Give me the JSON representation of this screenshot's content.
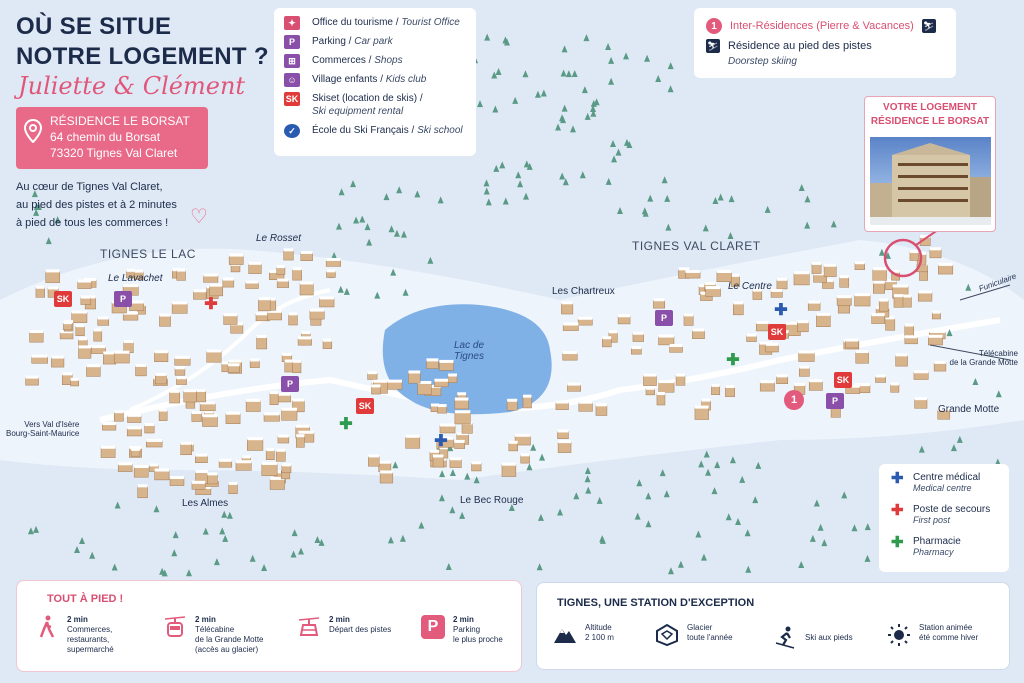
{
  "header": {
    "title_line1": "OÙ SE SITUE",
    "title_line2": "NOTRE LOGEMENT ?",
    "hosts": "Juliette & Clément"
  },
  "address": {
    "name": "RÉSIDENCE LE BORSAT",
    "street": "64 chemin du Borsat",
    "city": "73320 Tignes Val Claret"
  },
  "intro": {
    "line1": "Au cœur de Tignes Val Claret,",
    "line2": "au pied des pistes et à 2 minutes",
    "line3": "à pied de tous les commerces !"
  },
  "legend_services": [
    {
      "fr": "Office du tourisme",
      "en": "Tourist Office",
      "icon": "tourist-office-icon",
      "color": "#d94f72"
    },
    {
      "fr": "Parking",
      "en": "Car park",
      "icon": "parking-icon",
      "color": "#8a4fa8"
    },
    {
      "fr": "Commerces",
      "en": "Shops",
      "icon": "shop-icon",
      "color": "#8a4fa8"
    },
    {
      "fr": "Village enfants",
      "en": "Kids club",
      "icon": "kids-club-icon",
      "color": "#8a4fa8"
    },
    {
      "fr": "Skiset (location de skis)",
      "en": "Ski equipment rental",
      "icon": "ski-rental-icon",
      "color": "#e03a3a"
    },
    {
      "fr": "École du Ski Français",
      "en": "Ski school",
      "icon": "ski-school-icon",
      "color": "#2b5bb0"
    }
  ],
  "legend_residences": {
    "inter_number": "1",
    "inter_label": "Inter-Résidences (Pierre & Vacances)",
    "doorstep_fr": "Résidence au pied des pistes",
    "doorstep_en": "Doorstep skiing"
  },
  "votre_logement": {
    "line1": "VOTRE LOGEMENT",
    "line2": "RÉSIDENCE LE BORSAT"
  },
  "map_labels": {
    "tignes_le_lac": "TIGNES LE LAC",
    "tignes_val_claret": "TIGNES VAL CLARET",
    "le_lavachet": "Le Lavachet",
    "le_rosset": "Le Rosset",
    "les_chartreux": "Les Chartreux",
    "le_centre": "Le Centre",
    "lac_line1": "Lac de",
    "lac_line2": "Tignes",
    "les_almes": "Les Almes",
    "le_bec_rouge": "Le Bec Rouge",
    "grande_motte": "Grande Motte",
    "funiculaire": "Funiculaire",
    "telecabine_line1": "Télécabine",
    "telecabine_line2": "de la Grande Motte",
    "vers_line1": "Vers Val d'Isère",
    "vers_line2": "Bourg-Saint-Maurice",
    "marker_1": "1",
    "marker_p": "P",
    "marker_sk": "SK"
  },
  "legend_medical": [
    {
      "fr": "Centre médical",
      "en": "Medical centre",
      "color": "#2b5bb0"
    },
    {
      "fr": "Poste de secours",
      "en": "First post",
      "color": "#e03a3a"
    },
    {
      "fr": "Pharmacie",
      "en": "Pharmacy",
      "color": "#2e9b4f"
    }
  ],
  "tout_a_pied": {
    "title": "TOUT À PIED !",
    "items": [
      {
        "time": "2 min",
        "line1": "Commerces,",
        "line2": "restaurants,",
        "line3": "supermarché",
        "icon": "walking-icon"
      },
      {
        "time": "2 min",
        "line1": "Télécabine",
        "line2": "de la Grande Motte",
        "line3": "(accès au glacier)",
        "icon": "gondola-icon"
      },
      {
        "time": "2 min",
        "line1": "Départ des pistes",
        "line2": "",
        "line3": "",
        "icon": "ski-lift-icon"
      },
      {
        "time": "2 min",
        "line1": "Parking",
        "line2": "le plus proche",
        "line3": "",
        "icon": "parking-icon"
      }
    ],
    "parking_letter": "P"
  },
  "station": {
    "title": "TIGNES, UNE STATION D'EXCEPTION",
    "items": [
      {
        "line1": "Altitude",
        "line2": "2 100 m",
        "icon": "mountain-icon"
      },
      {
        "line1": "Glacier",
        "line2": "toute l'année",
        "icon": "glacier-icon"
      },
      {
        "line1": "Ski aux pieds",
        "line2": "",
        "icon": "skier-icon"
      },
      {
        "line1": "Station animée",
        "line2": "été comme hiver",
        "icon": "sun-icon"
      }
    ]
  },
  "colors": {
    "pink": "#e96a88",
    "navy": "#1c2b4a",
    "lake": "#7fb0e6",
    "snow": "#eef4fb"
  }
}
